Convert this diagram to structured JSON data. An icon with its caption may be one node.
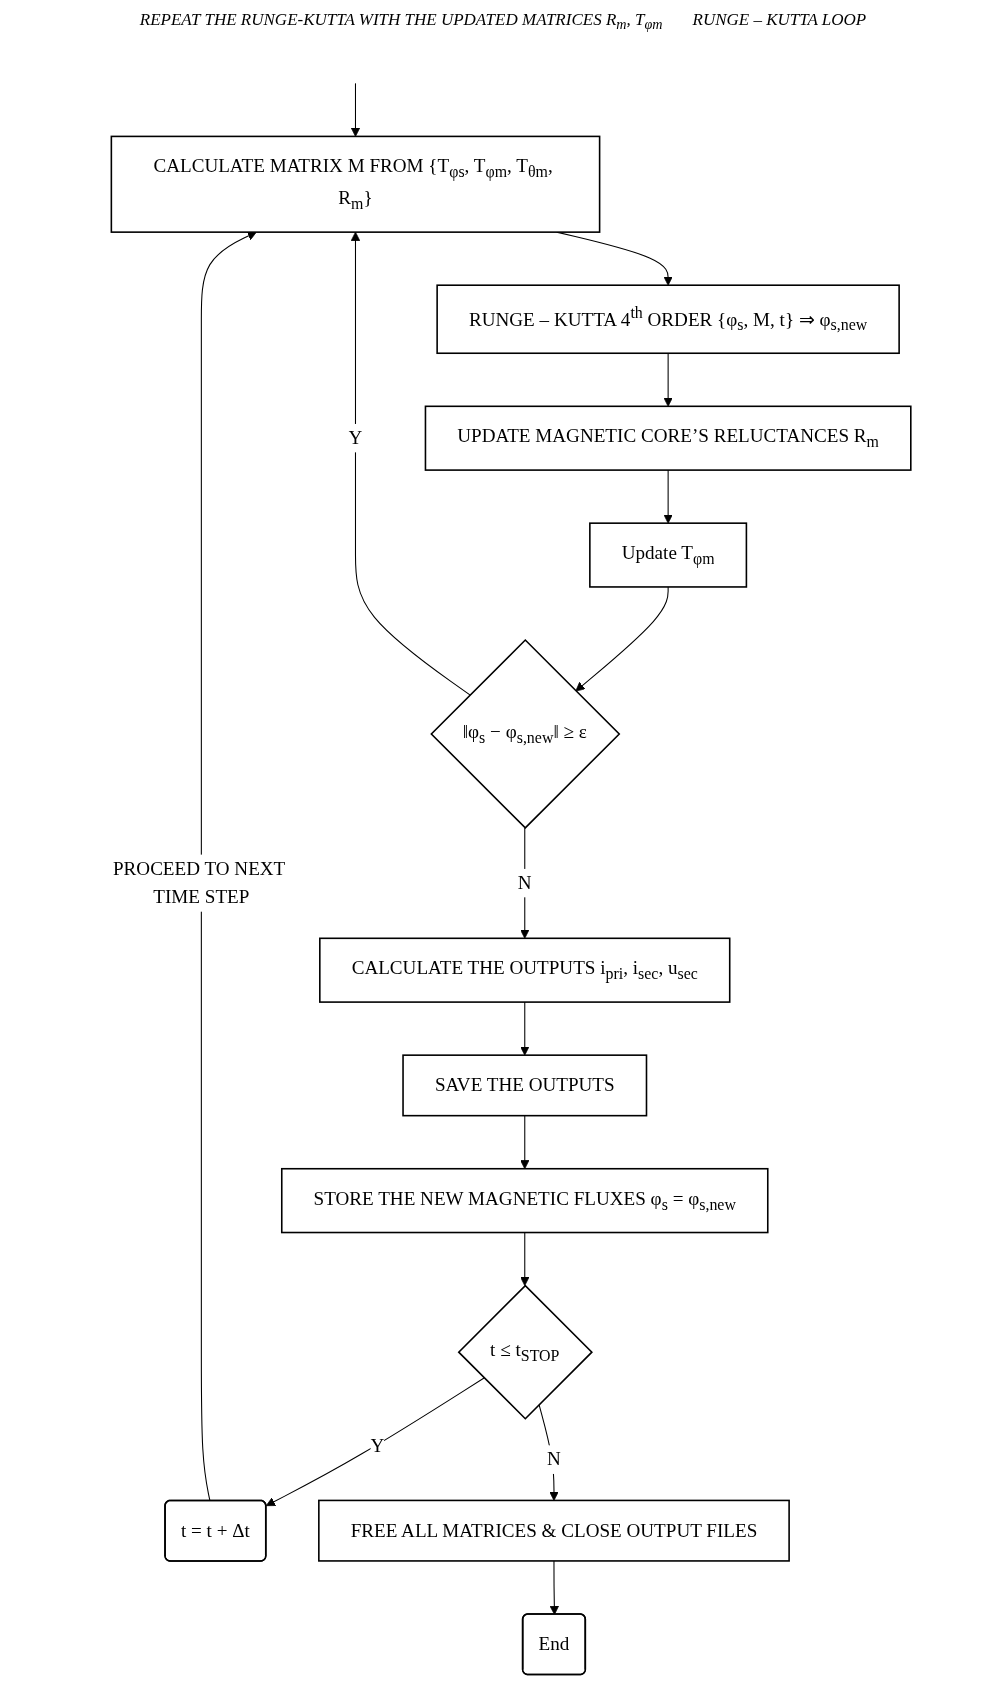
{
  "diagram": {
    "nodes": [
      {
        "text": [
          "CALCULATE MATRIX M FROM {T$_{φs}$, T$_{φm}$, T$_{θm}$, R$_{m}$}"
        ]
      },
      {
        "text": [
          "RUNGE – KUTTA 4$^{th}$ ORDER {φ$_{s}$, M, t} ⇒ φ$_{s,new}$"
        ]
      },
      {
        "text": [
          "UPDATE MAGNETIC CORE’S RELUCTANCES R$_{m}$"
        ]
      },
      {
        "text": [
          "Update T$_{φm}$"
        ]
      },
      {
        "text": [
          "‖φ$_{s}$ − φ$_{s,new}$‖ ≥ ε"
        ]
      },
      {
        "text": [
          "CALCULATE THE OUTPUTS i$_{pri}$, i$_{sec}$, u$_{sec}$"
        ]
      },
      {
        "text": [
          "SAVE THE OUTPUTS"
        ]
      },
      {
        "text": [
          "STORE THE NEW MAGNETIC FLUXES φ$_{s}$ = φ$_{s,new}$"
        ]
      },
      {
        "text": [
          "t ≤ t$_{STOP}$"
        ]
      },
      {
        "text": [
          "t = t + Δt"
        ]
      },
      {
        "text": [
          "FREE ALL MATRICES & CLOSE OUTPUT FILES"
        ]
      },
      {
        "text": [
          "End"
        ]
      }
    ],
    "edges": [
      {
        "from": null,
        "to": 0,
        "arrow": "to"
      },
      {
        "from": 0,
        "to": 1,
        "arrow": "to"
      },
      {
        "from": 1,
        "to": 2,
        "arrow": "to"
      },
      {
        "from": 2,
        "to": 3,
        "arrow": "to"
      },
      {
        "from": 3,
        "to": 4,
        "arrow": "to"
      },
      {
        "from": 4,
        "to": 0,
        "arrow": "to",
        "label": "Y"
      },
      {
        "from": 4,
        "to": 5,
        "arrow": "to",
        "label": "N"
      },
      {
        "from": 5,
        "to": 6,
        "arrow": "to"
      },
      {
        "from": 6,
        "to": 7,
        "arrow": "to"
      },
      {
        "from": 7,
        "to": 8,
        "arrow": "to"
      },
      {
        "from": 8,
        "to": 9,
        "arrow": "to",
        "label": "Y"
      },
      {
        "from": 9,
        "to": 0,
        "arrow": "to",
        "label": "PROCEED TO NEXT TIME STEP"
      },
      {
        "from": 8,
        "to": 10,
        "arrow": "to",
        "label": "N"
      },
      {
        "from": 10,
        "to": 11,
        "arrow": "to"
      }
    ],
    "labels": [
      "REPEAT THE RUNGE-KUTTA WITH THE UPDATED MATRICES R$_{m}$, T$_{φm}$",
      "RUNGE – KUTTA LOOP"
    ]
  }
}
